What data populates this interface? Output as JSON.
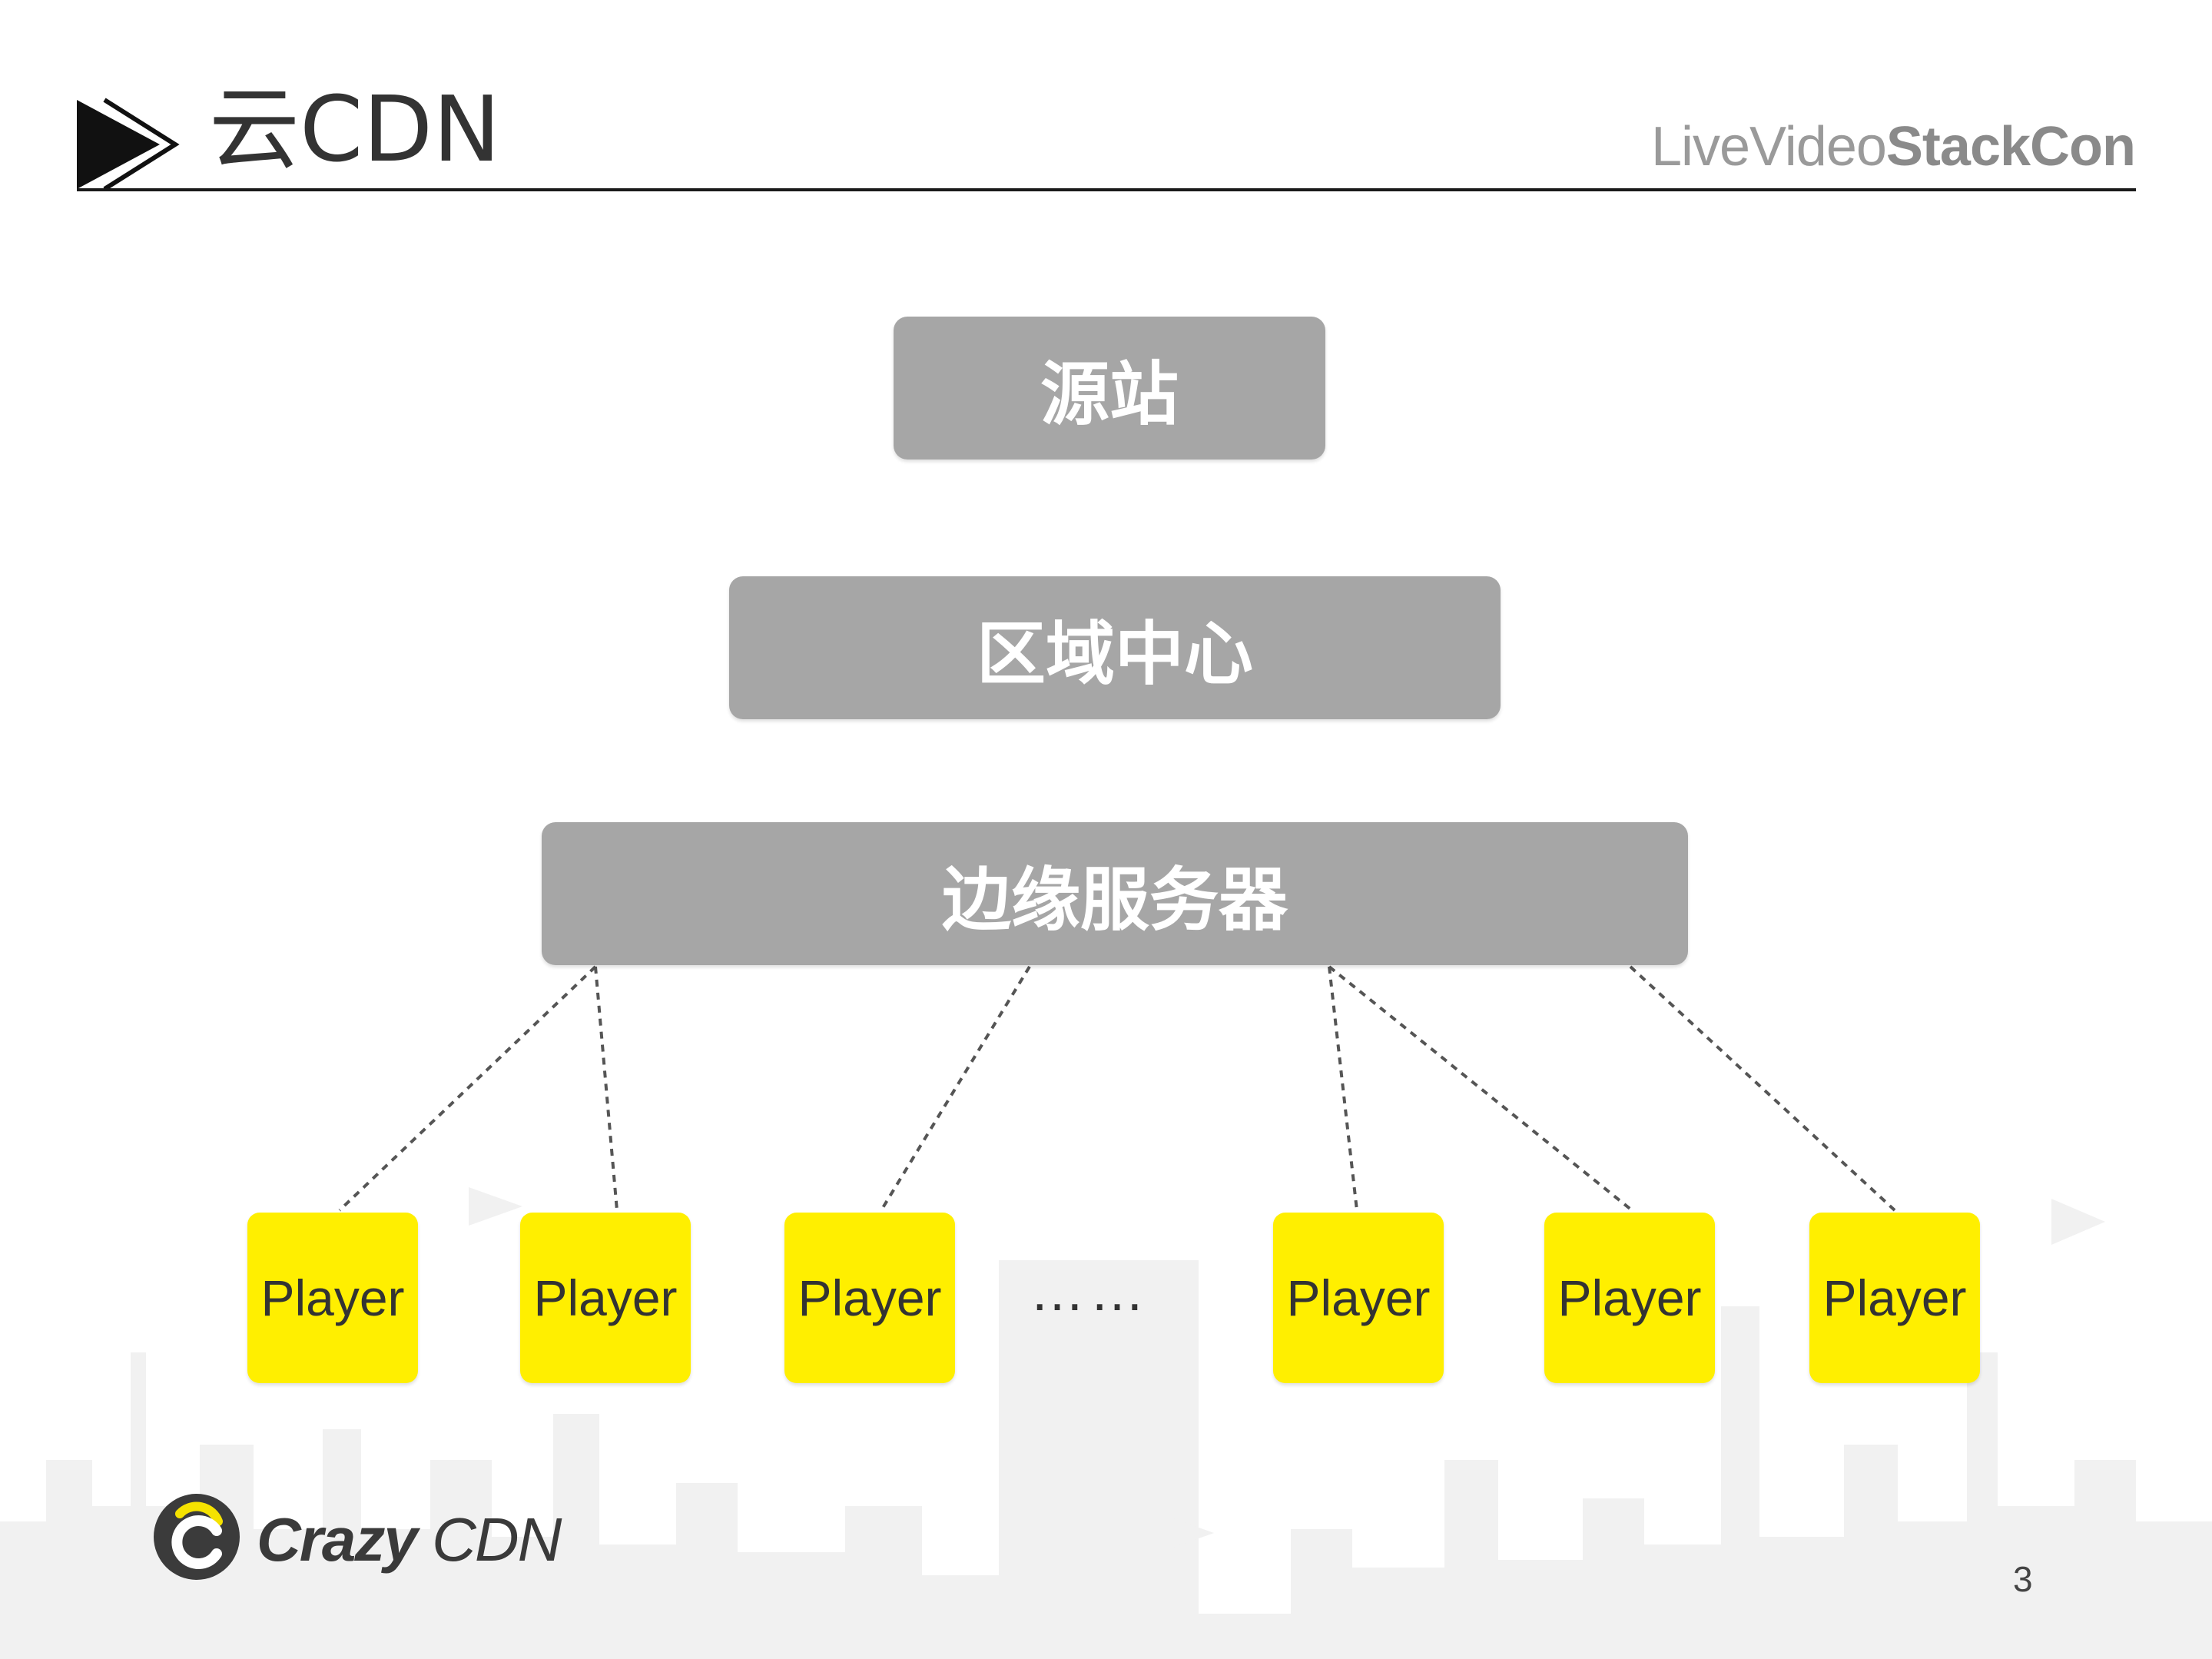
{
  "header": {
    "title": "云CDN",
    "brand_prefix": "LiveVideo",
    "brand_suffix": "StackCon"
  },
  "diagram": {
    "origin_label": "源站",
    "region_label": "区域中心",
    "edge_label": "边缘服务器",
    "players": [
      "Player",
      "Player",
      "Player",
      "Player",
      "Player",
      "Player"
    ],
    "ellipsis": "……",
    "colors": {
      "server_fill": "#a6a6a6",
      "player_fill": "#ffef00",
      "connector": "#555555"
    }
  },
  "footer": {
    "logo_text_bold": "Crazy",
    "logo_text": " CDN",
    "page_number": "3"
  }
}
